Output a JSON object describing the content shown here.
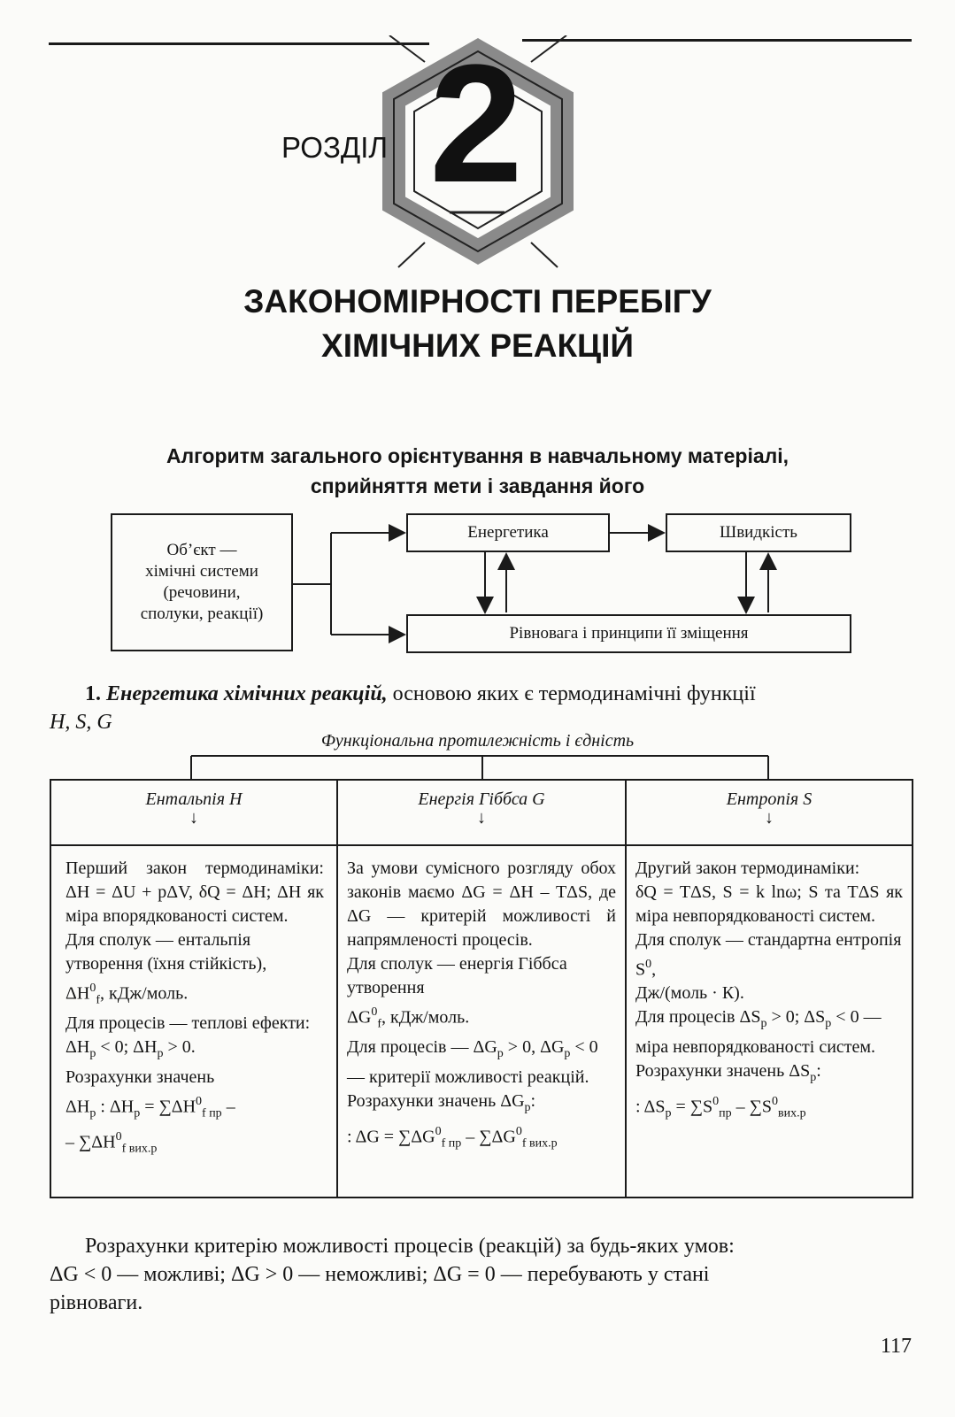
{
  "header": {
    "chapter_label": "РОЗДІЛ",
    "chapter_number": "2",
    "title_line1": "ЗАКОНОМІРНОСТІ ПЕРЕБІГУ",
    "title_line2": "ХІМІЧНИХ РЕАКЦІЙ"
  },
  "algorithm": {
    "title_line1": "Алгоритм загального орієнтування в навчальному матеріалі,",
    "title_line2": "сприйняття мети і завдання його",
    "object_box": [
      "Об’єкт —",
      "хімічні системи",
      "(речовини,",
      "сполуки, реакції)"
    ],
    "energy_box": "Енергетика",
    "speed_box": "Швидкість",
    "equilibrium_box": "Рівновага і принципи її зміщення"
  },
  "section1": {
    "number": "1.",
    "title": "Енергетика хімічних реакцій,",
    "rest": " основою яких є термодинамічні функції",
    "functions": "H, S, G"
  },
  "table": {
    "caption": "Функціональна протилежність і єдність",
    "col1_head": "Ентальпія H",
    "col2_head": "Енергія Гіббса G",
    "col3_head": "Ентропія S",
    "arrow": "↓",
    "col1": {
      "p1": "Перший закон термодинаміки: ΔH = ΔU + pΔV, δQ = ΔH; ΔH як міра впорядкованості систем.",
      "p2": "Для сполук — ентальпія утворення (їхня стійкість),",
      "p3a": "ΔH",
      "p3sup": "0",
      "p3sub": "f",
      "p3b": ", кДж/моль.",
      "p4a": "Для процесів — теплові ефекти: ΔH",
      "p4sub1": "р",
      "p4b": " < 0; ΔH",
      "p4sub2": "р",
      "p4c": " > 0.",
      "p5": "Розрахунки значень",
      "p6a": "ΔH",
      "p6sub1": "р",
      "p6b": " : ΔH",
      "p6sub2": "р",
      "p6c": " = ∑ΔH",
      "p6sup": "0",
      "p6sub3": "f пр",
      "p6d": " –",
      "p7a": "– ∑ΔH",
      "p7sup": "0",
      "p7sub": "f вих.р"
    },
    "col2": {
      "p1": "За умови сумісного розгляду обох законів маємо ΔG = ΔH – TΔS, де ΔG — критерій можливості й напрямленості процесів.",
      "p2": "Для сполук — енергія Гіббса утворення",
      "p3a": "ΔG",
      "p3sup": "0",
      "p3sub": "f",
      "p3b": ", кДж/моль.",
      "p4a": "Для процесів — ΔG",
      "p4sub1": "р",
      "p4b": " > 0, ΔG",
      "p4sub2": "р",
      "p4c": " < 0 — критерії можливості реакцій.",
      "p5a": "Розрахунки значень ΔG",
      "p5sub": "р",
      "p5b": ":",
      "p6a": ": ΔG = ∑ΔG",
      "p6sup1": "0",
      "p6sub1": "f пр",
      "p6b": " – ∑ΔG",
      "p6sup2": "0",
      "p6sub2": "f вих.р"
    },
    "col3": {
      "p1": "Другий закон термодинаміки:",
      "p2": "δQ = TΔS, S = k lnω; S та TΔS як міра невпорядкованості систем.",
      "p3a": "Для сполук — стандартна ентропія S",
      "p3sup": "0",
      "p3b": ",",
      "p4": "Дж/(моль · К).",
      "p5a": "Для процесів ΔS",
      "p5sub1": "р",
      "p5b": " > 0; ΔS",
      "p5sub2": "р",
      "p5c": " < 0 — міра невпорядкованості систем.",
      "p6a": "Розрахунки значень ΔS",
      "p6sub": "р",
      "p6b": ":",
      "p7a": ": ΔS",
      "p7sub1": "р",
      "p7b": " = ∑S",
      "p7sup1": "0",
      "p7sub2": "пр",
      "p7c": " – ∑S",
      "p7sup2": "0",
      "p7sub3": "вих.р"
    }
  },
  "footer": {
    "line1": "Розрахунки критерію можливості процесів (реакцій) за будь-яких умов:",
    "line2": "ΔG < 0 — можливі; ΔG > 0 — неможливі; ΔG = 0 — перебувають у стані",
    "line3": "рівноваги.",
    "page_number": "117"
  }
}
